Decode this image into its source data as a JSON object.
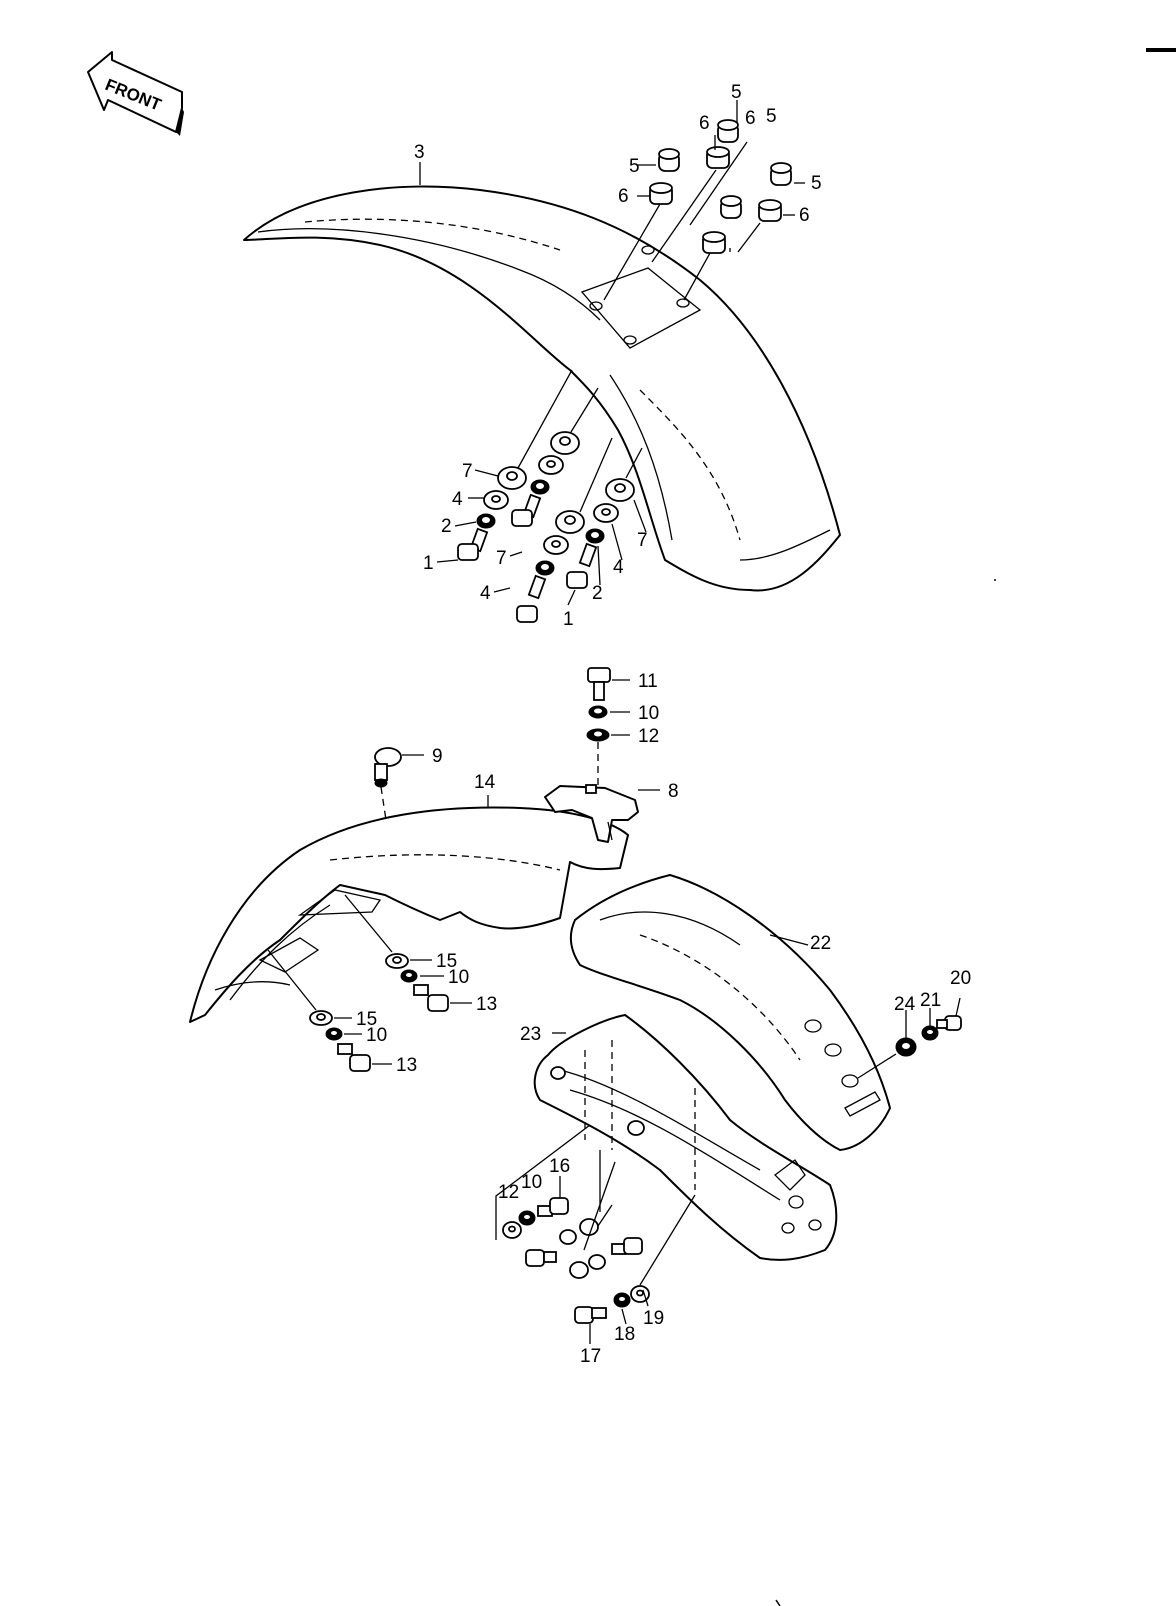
{
  "diagram": {
    "front_arrow_label": "FRONT",
    "callouts": [
      {
        "id": "c3",
        "text": "3"
      },
      {
        "id": "c5a",
        "text": "5"
      },
      {
        "id": "c6a",
        "text": "6"
      },
      {
        "id": "c6b",
        "text": "6"
      },
      {
        "id": "c5b",
        "text": "5"
      },
      {
        "id": "c5c",
        "text": "5"
      },
      {
        "id": "c6c",
        "text": "6"
      },
      {
        "id": "c5d",
        "text": "5"
      },
      {
        "id": "c6d",
        "text": "6"
      },
      {
        "id": "c7a",
        "text": "7"
      },
      {
        "id": "c4a",
        "text": "4"
      },
      {
        "id": "c2a",
        "text": "2"
      },
      {
        "id": "c1a",
        "text": "1"
      },
      {
        "id": "c7b",
        "text": "7"
      },
      {
        "id": "c4b",
        "text": "4"
      },
      {
        "id": "c7c",
        "text": "7"
      },
      {
        "id": "c4c",
        "text": "4"
      },
      {
        "id": "c2b",
        "text": "2"
      },
      {
        "id": "c1b",
        "text": "1"
      },
      {
        "id": "c11",
        "text": "11"
      },
      {
        "id": "c10a",
        "text": "10"
      },
      {
        "id": "c12a",
        "text": "12"
      },
      {
        "id": "c9",
        "text": "9"
      },
      {
        "id": "c14",
        "text": "14"
      },
      {
        "id": "c8",
        "text": "8"
      },
      {
        "id": "c22",
        "text": "22"
      },
      {
        "id": "c15a",
        "text": "15"
      },
      {
        "id": "c10b",
        "text": "10"
      },
      {
        "id": "c13a",
        "text": "13"
      },
      {
        "id": "c15b",
        "text": "15"
      },
      {
        "id": "c10c",
        "text": "10"
      },
      {
        "id": "c13b",
        "text": "13"
      },
      {
        "id": "c20",
        "text": "20"
      },
      {
        "id": "c24",
        "text": "24"
      },
      {
        "id": "c21",
        "text": "21"
      },
      {
        "id": "c23",
        "text": "23"
      },
      {
        "id": "c16",
        "text": "16"
      },
      {
        "id": "c12b",
        "text": "12"
      },
      {
        "id": "c10d",
        "text": "10"
      },
      {
        "id": "c19",
        "text": "19"
      },
      {
        "id": "c18",
        "text": "18"
      },
      {
        "id": "c17",
        "text": "17"
      }
    ]
  }
}
